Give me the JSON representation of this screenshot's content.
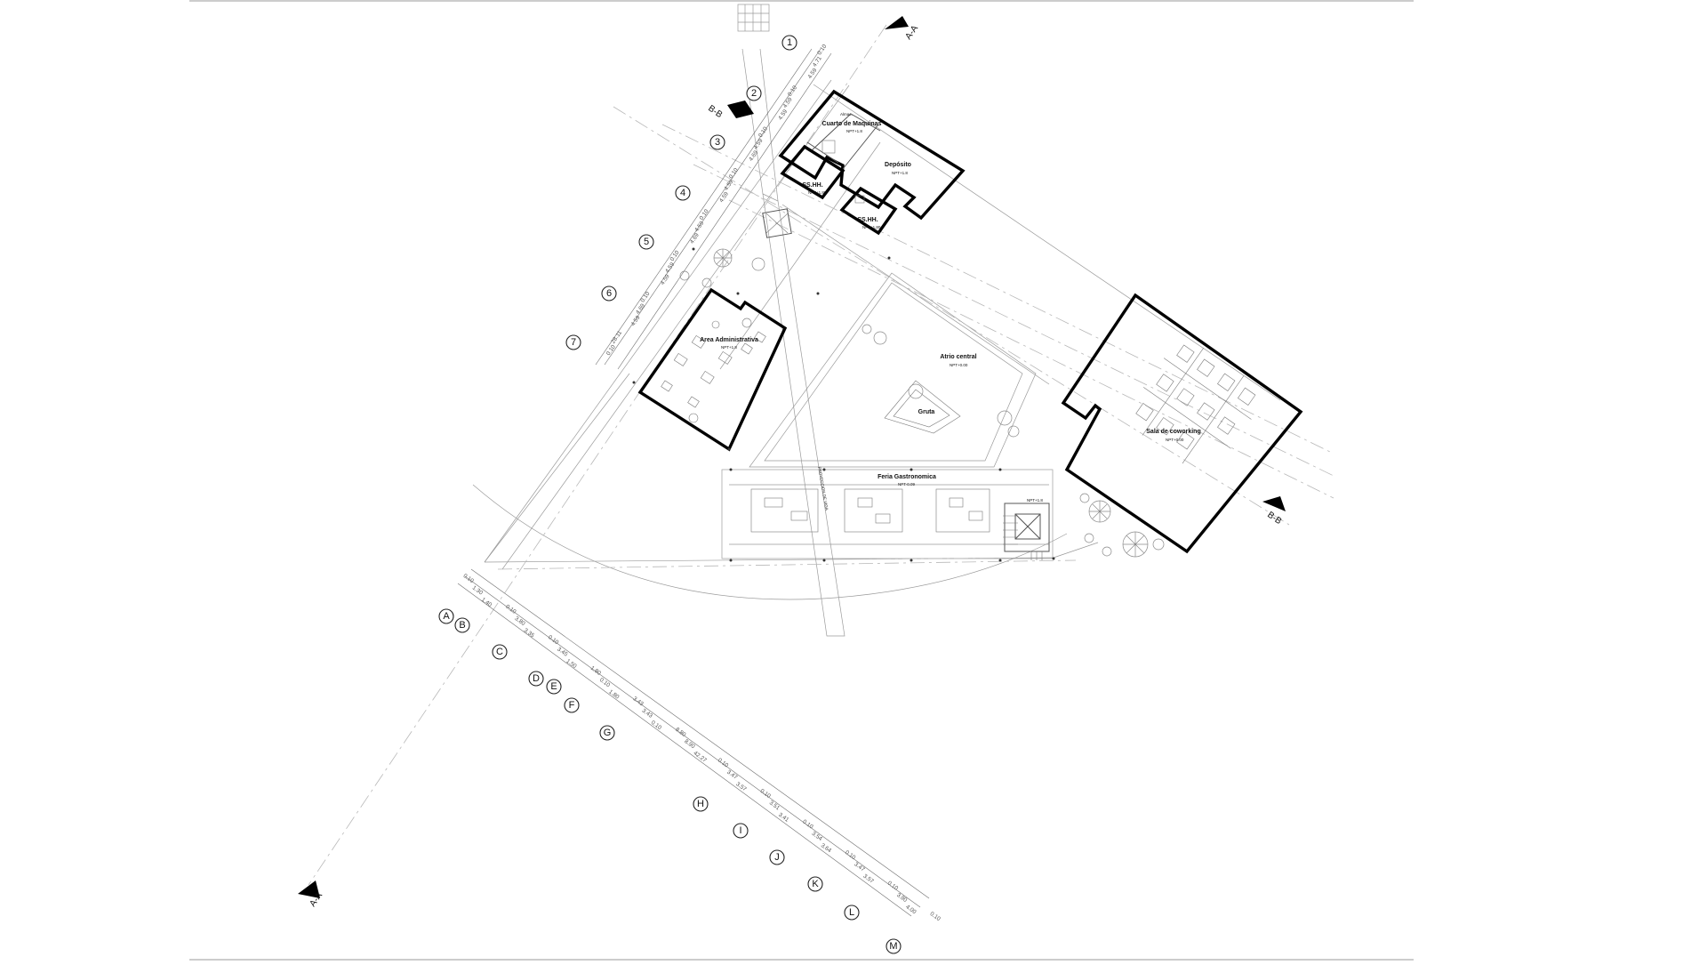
{
  "rooms": {
    "maquinas": {
      "small": "Almac.",
      "name": "Cuarto de Maquinas",
      "level": "NPT+1.8"
    },
    "deposito": {
      "name": "Depósito",
      "level": "NPT+1.8"
    },
    "sshh1": {
      "name": "SS.HH.",
      "level": "NPT+1.80"
    },
    "sshh2": {
      "name": "SS.HH.",
      "level": "NPT+1.80"
    },
    "admin": {
      "name": "Area Administrativa",
      "level": "NPT+1.8"
    },
    "atrio": {
      "name": "Atrio central",
      "level": "NPT+0.00"
    },
    "gruta": {
      "name": "Gruta"
    },
    "feria": {
      "name": "Feria Gastronomica",
      "level": "NPT-0.09"
    },
    "coworking": {
      "name": "Sala de coworking",
      "level": "NPT+0.00"
    },
    "npt": {
      "level": "NPT+1.8"
    }
  },
  "projection_label": "PROYECCION DE VIGA",
  "sections": {
    "aa": "A-A",
    "bb": "B-B"
  },
  "grid_numbers": [
    "1",
    "2",
    "3",
    "4",
    "5",
    "6",
    "7"
  ],
  "grid_letters": [
    "A",
    "B",
    "C",
    "D",
    "E",
    "F",
    "G",
    "H",
    "I",
    "J",
    "K",
    "L",
    "M"
  ],
  "dims_top": [
    "0.10",
    "4.71",
    "4.59",
    "0.10",
    "4.59",
    "4.59",
    "0.10",
    "4.59",
    "4.69",
    "0.10",
    "4.59",
    "4.59",
    "0.10",
    "4.59",
    "4.69",
    "0.10",
    "4.59",
    "4.59",
    "0.10",
    "4.69",
    "4.59",
    "28.11",
    "0.10"
  ],
  "dims_left": [
    "0.10",
    "1.30",
    "1.40",
    "0.10",
    "3.80",
    "3.35",
    "0.10",
    "3.45",
    "1.50",
    "1.80",
    "0.10",
    "1.80",
    "3.43",
    "3.43",
    "0.10",
    "8.80",
    "8.90",
    "42.27",
    "0.10",
    "3.47",
    "3.57",
    "0.10",
    "3.51",
    "3.41",
    "0.10",
    "3.54",
    "3.64",
    "0.10",
    "3.47",
    "3.57",
    "0.10",
    "3.90",
    "4.00",
    "0.10"
  ]
}
